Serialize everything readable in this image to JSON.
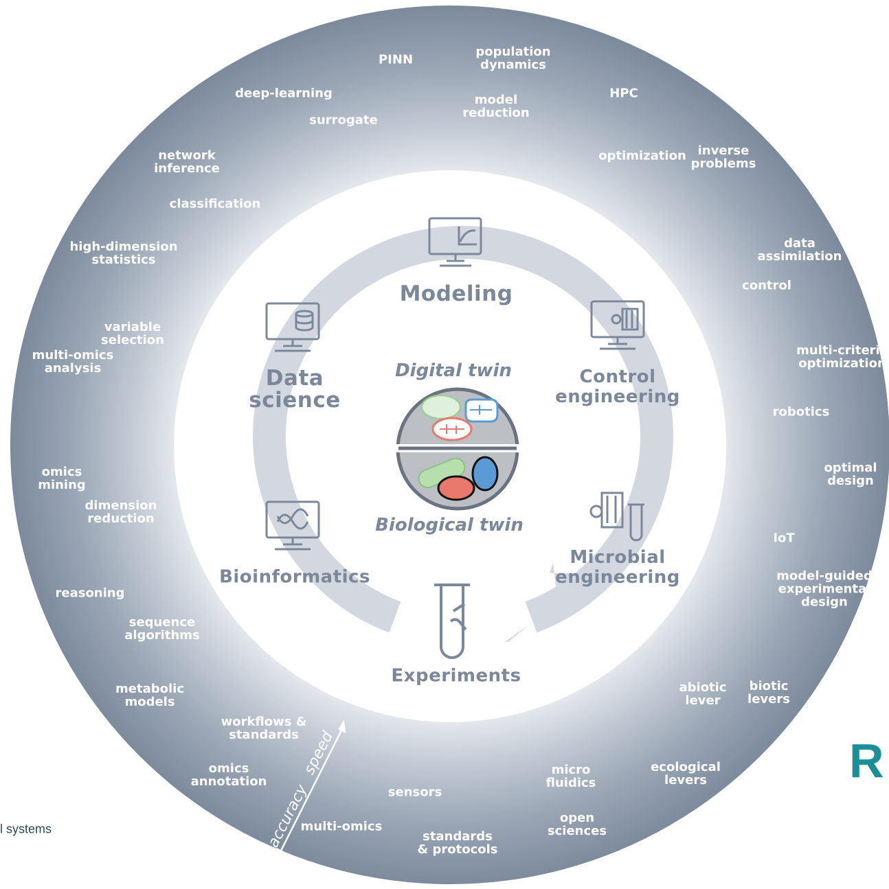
{
  "center": {
    "digital_twin": "Digital twin",
    "biological_twin": "Biological twin"
  },
  "stages": {
    "modeling": "Modeling",
    "data_science": "Data\nscience",
    "control_engineering": "Control\nengineering",
    "bioinformatics": "Bioinformatics",
    "microbial_engineering": "Microbial\nengineering",
    "experiments": "Experiments"
  },
  "keywords": {
    "pinn": "PINN",
    "population_dynamics": "population\ndynamics",
    "deep_learning": "deep-learning",
    "model_reduction": "model\nreduction",
    "hpc": "HPC",
    "surrogate": "surrogate",
    "network_inference": "network\ninference",
    "optimization": "optimization",
    "inverse_problems": "inverse\nproblems",
    "classification": "classification",
    "high_dimension_statistics": "high-dimension\nstatistics",
    "data_assimilation": "data\nassimilation",
    "control": "control",
    "variable_selection": "variable\nselection",
    "multi_omics_analysis": "multi-omics\nanalysis",
    "multi_criteria_optimization": "multi-criteria\noptimization",
    "robotics": "robotics",
    "omics_mining": "omics\nmining",
    "optimal_design": "optimal\ndesign",
    "dimension_reduction": "dimension\nreduction",
    "iot": "IoT",
    "model_guided_experimental_design": "model-guided\nexperimental\ndesign",
    "reasoning": "reasoning",
    "sequence_algorithms": "sequence\nalgorithms",
    "metabolic_models": "metabolic\nmodels",
    "abiotic_lever": "abiotic\nlever",
    "biotic_levers": "biotic\nlevers",
    "workflows_standards": "workflows &\nstandards",
    "omics_annotation": "omics\nannotation",
    "micro_fluidics": "micro\nfluidics",
    "ecological_levers": "ecological\nlevers",
    "sensors": "sensors",
    "open_sciences": "open\nsciences",
    "multi_omics": "multi-omics",
    "standards_protocols": "standards\n& protocols"
  },
  "axis": {
    "accuracy": "accuracy",
    "speed": "speed"
  },
  "edge_text": {
    "left": "l systems",
    "right": "R"
  },
  "icons": {
    "modeling": "monitor-function-graph-icon",
    "data_science": "monitor-function-database-icon",
    "control_engineering": "monitor-function-gear-slider-icon",
    "bioinformatics": "monitor-dna-icon",
    "microbial_engineering": "gear-slider-test-tube-icon",
    "experiments": "test-tube-bacteria-icon"
  },
  "colors": {
    "ring_outer": "#7e8c9e",
    "ring_inner": "#e6e9ee",
    "stage_text": "#7b8899",
    "arrow": "#d3d8e0",
    "accent_teal": "#1a8f9a",
    "bio_red": "#e8786b",
    "bio_blue": "#5b9bd5",
    "bio_green": "#a8d5a0"
  }
}
